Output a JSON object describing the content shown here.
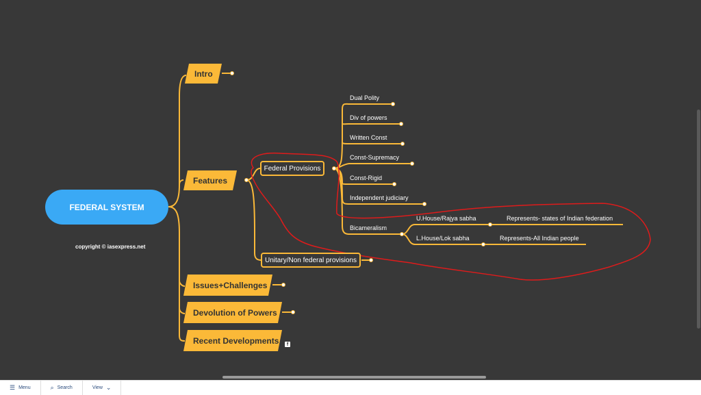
{
  "root": {
    "label": "FEDERAL SYSTEM",
    "copyright": "copyright © iasexpress.net"
  },
  "branches": {
    "intro": "Intro",
    "features": "Features",
    "issues": "Issues+Challenges",
    "devolution": "Devolution of Powers",
    "recent": "Recent Developments"
  },
  "features": {
    "federal_provisions": "Federal Provisions",
    "unitary_provisions": "Unitary/Non federal provisions"
  },
  "federal_items": {
    "dual_polity": "Dual Polity",
    "div_powers": "Div of powers",
    "written_const": "Written Const",
    "const_supremacy": "Const-Supremacy",
    "const_rigid": "Const-Rigid",
    "independent_judiciary": "Independent judiciary",
    "bicameralism": "Bicameralism"
  },
  "bicameralism": {
    "upper": "U.House/Rajya sabha",
    "upper_note": "Represents- states of Indian federation",
    "lower": "L.House/Lok sabha",
    "lower_note": "Represents-All Indian people"
  },
  "toolbar": {
    "menu": "Menu",
    "search": "Search",
    "view": "View"
  },
  "colors": {
    "background": "#383838",
    "branch": "#fbb938",
    "root": "#3aa9f5",
    "annotation": "#e01b1b"
  }
}
